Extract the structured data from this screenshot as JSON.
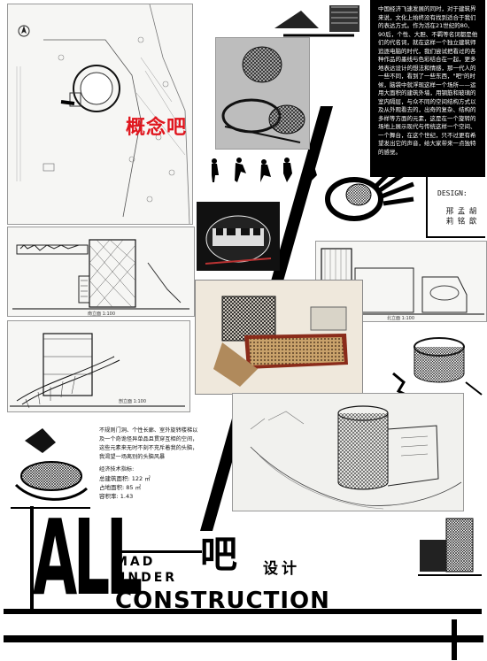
{
  "intro_text": "中国经济飞速发展的同时，对于建筑界来说，文化上始终没有找到适合于我们的表达方式。作为活在21世纪的80、90后，个性、大胆、不羁等名词都是他们的代名词，就在这样一个独立建筑师追逐电脑的时代，我们尝试把看过的各种作品的墨线与色彩结合在一起，更多地表达设计的想法和情感，那一代人的一些不同，看到了一些东西，\"吧\"的时候，脑袋中就浮现这样一个场所——运用大面积的建筑外墙，用钢筋和玻璃的室内隔层，与众不同的空间结构方式以及从外观看去的，出奇的复杂、结构的多样等方面的元素，这是在一个旋转的场地上展示现代与传统这样一个空间、一个舞台，在这个世纪，只不过更有希望发出它的声音，给大家带来一点独特的感觉。",
  "concept_title": "概念吧",
  "design_label": "DESIGN:",
  "designers": [
    "邢 莉",
    "孟 铭",
    "胡 歆"
  ],
  "tech_description": "不规则门洞、个性长廊、室外旋转楼梯以及一个奇诡怪异单品且贯穿互相的空间，这些元素来无时不刻不充斥着我的头脑，我渴望一场离别的头脑风暴",
  "tech_title": "经济技术指标:",
  "tech_stats": [
    "总建筑面积: 122 ㎡",
    "占地面积: 85 ㎡",
    "容积率: 1.43"
  ],
  "title_all": "ALL",
  "title_mad": "MAD",
  "title_under": "UNDER",
  "title_construction": "CONSTRUCTION",
  "title_ba": "吧",
  "title_sheji": "设计",
  "colors": {
    "concept_red": "#e0161e",
    "ink": "#000000"
  }
}
